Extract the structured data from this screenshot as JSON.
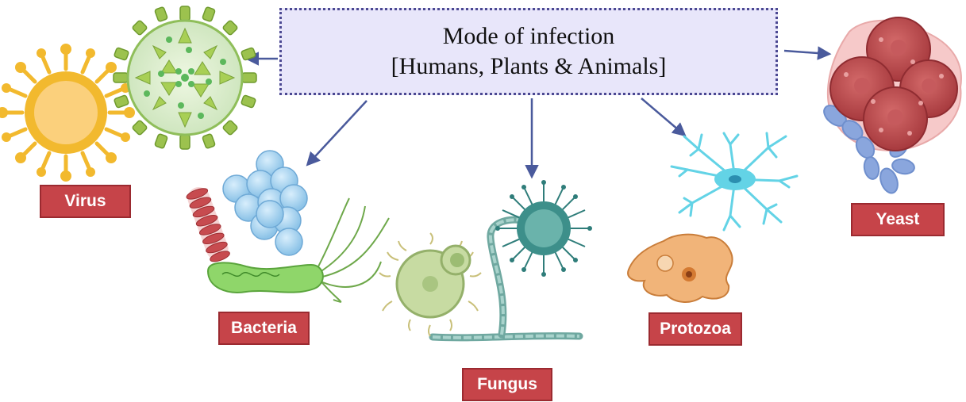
{
  "title": {
    "line1": "Mode of infection",
    "line2": "[Humans, Plants & Animals]"
  },
  "labels": {
    "virus": "Virus",
    "bacteria": "Bacteria",
    "fungus": "Fungus",
    "protozoa": "Protozoa",
    "yeast": "Yeast"
  },
  "colors": {
    "label_fill": "#c64449",
    "title_fill": "#e8e6fa",
    "title_border": "#4b4892",
    "arrow": "#4a5a9c"
  },
  "icons": [
    "virus-yellow-icon",
    "virus-green-icon",
    "bacteria-spirillum-icon",
    "bacteria-cocci-icon",
    "bacteria-bacillus-icon",
    "fungus-sporangium-icon",
    "fungus-spore-icon",
    "protozoa-neuron-icon",
    "protozoa-amoeba-icon",
    "yeast-icon"
  ]
}
